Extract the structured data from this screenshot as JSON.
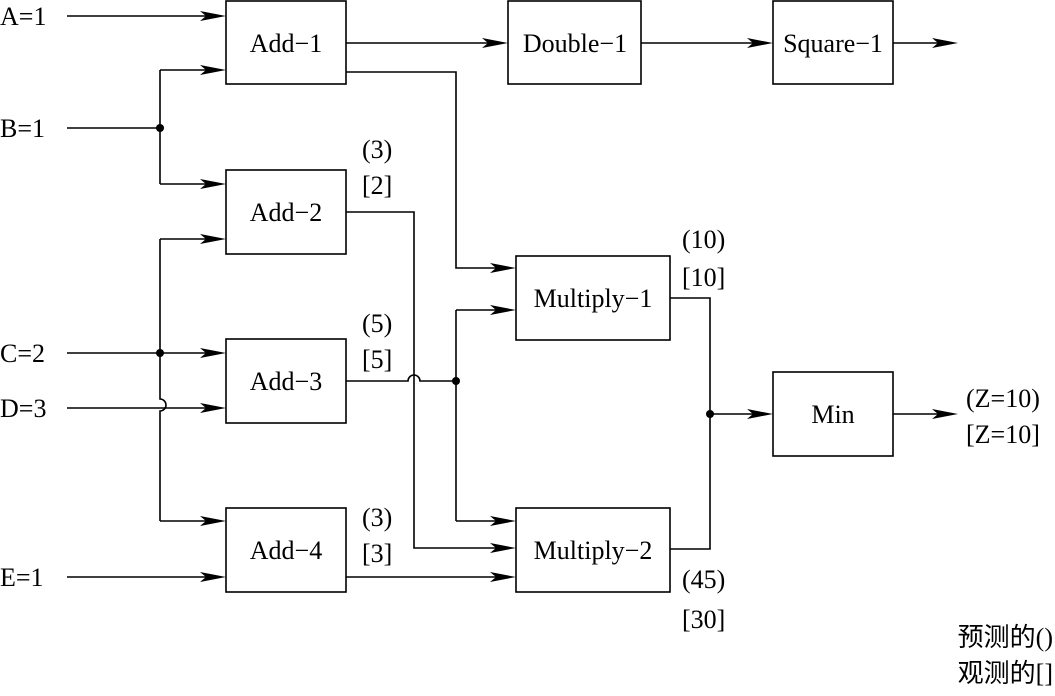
{
  "inputs": {
    "a": "A=1",
    "b": "B=1",
    "c": "C=2",
    "d": "D=3",
    "e": "E=1"
  },
  "components": {
    "add1": "Add−1",
    "add2": "Add−2",
    "add3": "Add−3",
    "add4": "Add−4",
    "double1": "Double−1",
    "square1": "Square−1",
    "multiply1": "Multiply−1",
    "multiply2": "Multiply−2",
    "min": "Min"
  },
  "values": {
    "add2_predicted": "(3)",
    "add2_observed": "[2]",
    "add3_predicted": "(5)",
    "add3_observed": "[5]",
    "add4_predicted": "(3)",
    "add4_observed": "[3]",
    "multiply1_predicted": "(10)",
    "multiply1_observed": "[10]",
    "multiply2_predicted": "(45)",
    "multiply2_observed": "[30]",
    "z_predicted": "(Z=10)",
    "z_observed": "[Z=10]"
  },
  "legend": {
    "predicted": "预测的()",
    "observed": "观测的[]"
  }
}
